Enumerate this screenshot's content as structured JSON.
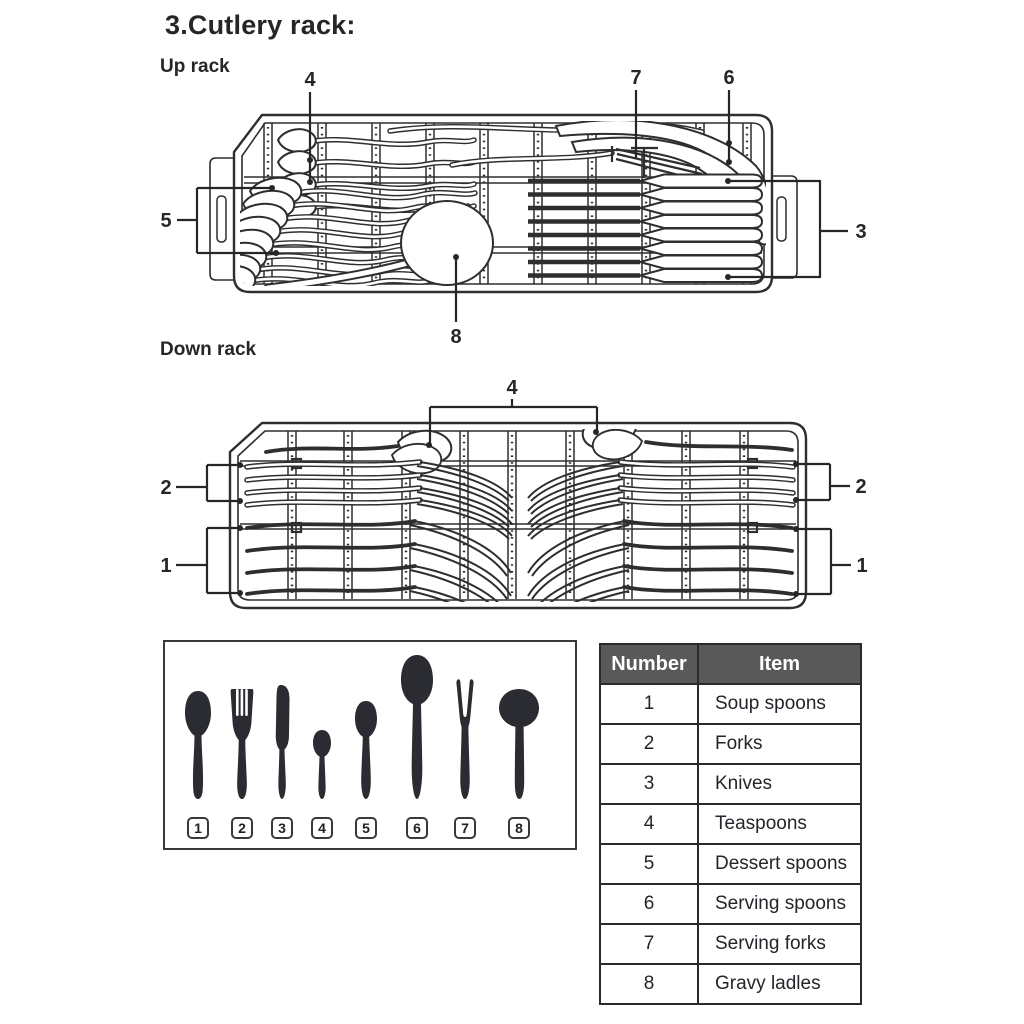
{
  "page": {
    "title": "3.Cutlery rack:",
    "up_rack_label": "Up rack",
    "down_rack_label": "Down rack"
  },
  "up_rack": {
    "callouts": {
      "teaspoons": "4",
      "serving_forks": "7",
      "serving_spoons": "6",
      "dessert_spoons": "5",
      "knives": "3",
      "gravy_ladles": "8"
    }
  },
  "down_rack": {
    "callouts": {
      "teaspoons": "4",
      "forks": "2",
      "soup_spoons": "1"
    }
  },
  "legend": {
    "items": [
      {
        "number": "1",
        "icon": "soup-spoon-icon"
      },
      {
        "number": "2",
        "icon": "fork-icon"
      },
      {
        "number": "3",
        "icon": "knife-icon"
      },
      {
        "number": "4",
        "icon": "teaspoon-icon"
      },
      {
        "number": "5",
        "icon": "dessert-spoon-icon"
      },
      {
        "number": "6",
        "icon": "serving-spoon-icon"
      },
      {
        "number": "7",
        "icon": "serving-fork-icon"
      },
      {
        "number": "8",
        "icon": "gravy-ladle-icon"
      }
    ]
  },
  "table": {
    "headers": [
      "Number",
      "Item"
    ],
    "rows": [
      [
        "1",
        "Soup spoons"
      ],
      [
        "2",
        "Forks"
      ],
      [
        "3",
        "Knives"
      ],
      [
        "4",
        "Teaspoons"
      ],
      [
        "5",
        "Dessert spoons"
      ],
      [
        "6",
        "Serving spoons"
      ],
      [
        "7",
        "Serving forks"
      ],
      [
        "8",
        "Gravy ladles"
      ]
    ]
  },
  "colors": {
    "ink": "#2e2e2e",
    "silhouette": "#2b2c31",
    "table_header_bg": "#595959",
    "table_header_text": "#ffffff",
    "background": "#ffffff"
  }
}
